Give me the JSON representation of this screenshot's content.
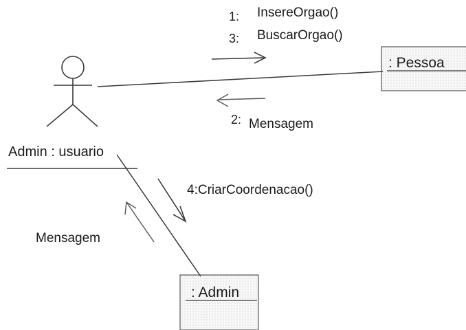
{
  "actor": {
    "label": "Admin : usuario",
    "icon": "stick-figure-icon"
  },
  "objects": {
    "pessoa": {
      "label": ": Pessoa"
    },
    "admin": {
      "label": ": Admin"
    }
  },
  "messages": {
    "m1_num": "1:",
    "m1_text": "InsereOrgao()",
    "m3_num": "3:",
    "m3_text": "BuscarOrgao()",
    "m2_num": "2:",
    "m2_text": "Mensagem",
    "m4_text": "4:CriarCoordenacao()",
    "reply_text": "Mensagem"
  },
  "colors": {
    "line": "#3a3a3a",
    "box_fill": "#f4f4f4",
    "box_border": "#6e6e6e",
    "text": "#1a1a1a"
  }
}
